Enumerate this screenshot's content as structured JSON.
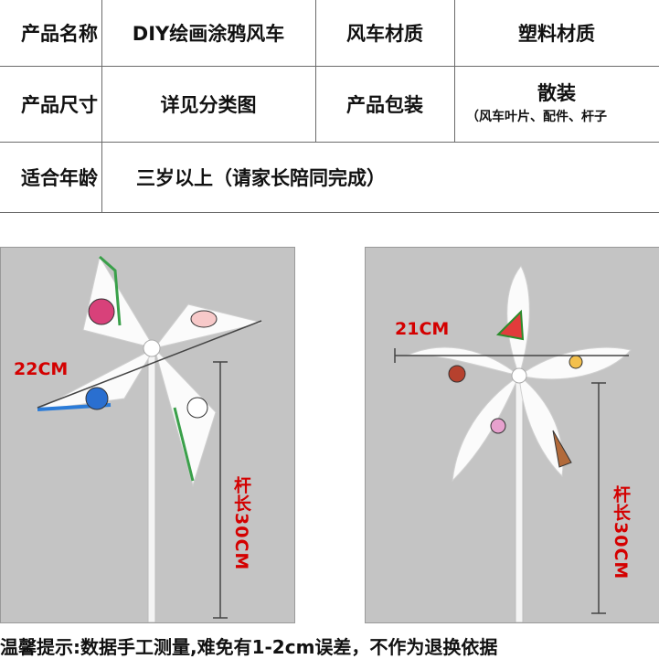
{
  "spec_table": {
    "rows": [
      {
        "label": "产品名称",
        "value": "DIY绘画涂鸦风车",
        "label2": "风车材质",
        "value2": "塑料材质"
      },
      {
        "label": "产品尺寸",
        "value": "详见分类图",
        "label2": "产品包装",
        "value2": "散装",
        "value2_sub": "（风车叶片、配件、杆子"
      },
      {
        "label": "适合年龄",
        "value": "三岁以上（请家长陪同完成）"
      }
    ]
  },
  "product_left": {
    "width_label": "22CM",
    "stick_label": "杆长30CM"
  },
  "product_right": {
    "width_label": "21CM",
    "stick_label": "杆长30CM"
  },
  "footer_note": "温馨提示:数据手工测量,难免有1-2cm误差，不作为退换依据",
  "colors": {
    "dimension_red": "#d40000",
    "panel_gray": "#c4c4c4"
  }
}
